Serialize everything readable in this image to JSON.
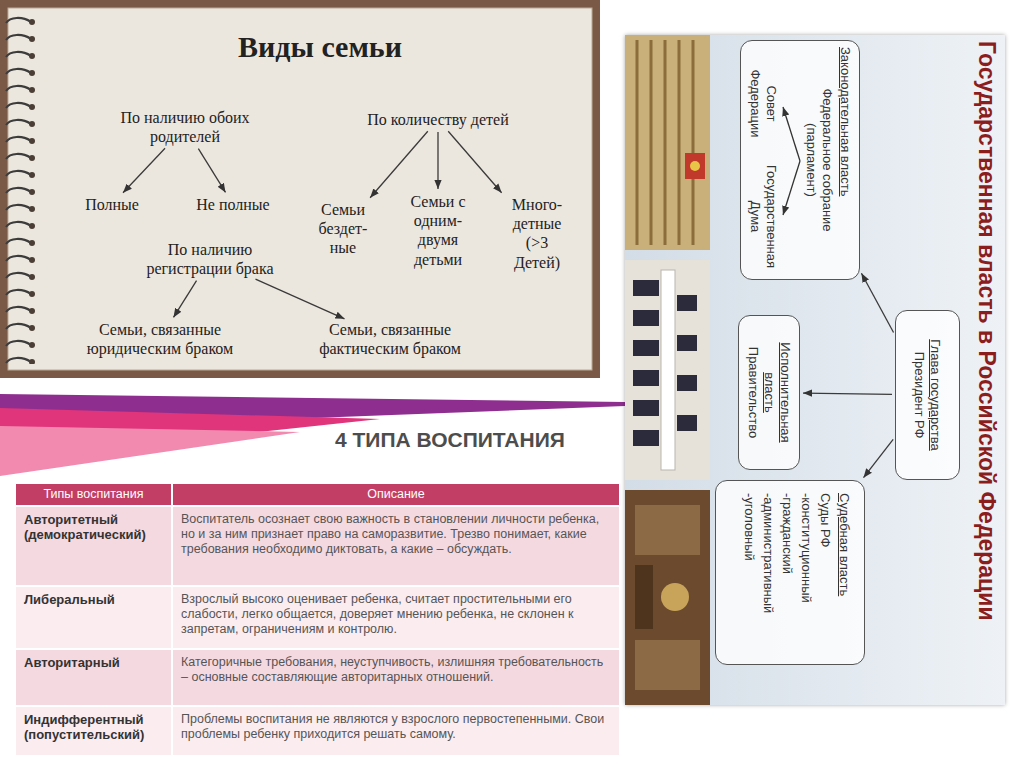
{
  "diagram": {
    "nodes": [
      {
        "text": [
          "Виды семьи"
        ]
      },
      {
        "text": [
          "По наличию обоих родителей"
        ],
        "in": 0
      },
      {
        "text": [
          "По количеству детей"
        ],
        "in": 0
      },
      {
        "text": [
          "Полные"
        ],
        "in": 0
      },
      {
        "text": [
          "Не полные"
        ],
        "in": 0
      },
      {
        "text": [
          "Семьи бездет- ные"
        ],
        "in": 0
      },
      {
        "text": [
          "Семьи с одним- двумя детьми"
        ],
        "in": 0
      },
      {
        "text": [
          "Много- детные (>3 Детей)"
        ],
        "in": 0
      },
      {
        "text": [
          "По наличию регистрации брака"
        ],
        "in": 0
      },
      {
        "text": [
          "Семьи, связанные юридическим браком"
        ],
        "in": 0
      },
      {
        "text": [
          "Семьи, связанные фактическим браком"
        ],
        "in": 0
      },
      {
        "text": [
          "Государственная власть в Российской Федерации"
        ]
      },
      {
        "text": [
          "Глава государства",
          "Президент РФ"
        ],
        "in": 11
      },
      {
        "text": [
          "Законодательная власть",
          "Федеральное собрание (парламент)",
          "Совет Федерации",
          "Государственная Дума"
        ],
        "in": 11
      },
      {
        "text": [
          "Исполнительная власть",
          "Правительство"
        ],
        "in": 11
      },
      {
        "text": [
          "Судебная власть",
          "Суды РФ",
          "-конституционный",
          "-гражданский",
          "-административный",
          "-уголовный"
        ],
        "in": 11
      },
      {
        "text": [
          "4 ТИПА ВОСПИТАНИЯ"
        ]
      },
      {
        "text": [
          "Типы воспитания"
        ],
        "in": 16
      },
      {
        "text": [
          "Описание"
        ],
        "in": 16
      },
      {
        "text": [
          "Авторитетный (демократический)"
        ],
        "in": 16
      },
      {
        "text": [
          "Воспитатель осознает свою важность в становлении личности ребенка, но и за ним признает право на саморазвитие. Трезво понимает, какие требования необходимо диктовать, а какие – обсуждать."
        ],
        "in": 16
      },
      {
        "text": [
          "Либеральный"
        ],
        "in": 16
      },
      {
        "text": [
          "Взрослый высоко оценивает ребенка, считает простительными его слабости, легко общается, доверяет мнению ребенка, не склонен к запретам, ограничениям и контролю."
        ],
        "in": 16
      },
      {
        "text": [
          "Авторитарный"
        ],
        "in": 16
      },
      {
        "text": [
          "Категоричные требования, неуступчивость, излишняя требовательность – основные составляющие авторитарных отношений."
        ],
        "in": 16
      },
      {
        "text": [
          "Индифферентный (попустительский)"
        ],
        "in": 16
      },
      {
        "text": [
          "Проблемы воспитания не являются у взрослого первостепенными. Свои проблемы ребенку приходится решать самому."
        ],
        "in": 16
      }
    ],
    "edges": [
      {
        "from": 1,
        "to": 3,
        "arrow": "to"
      },
      {
        "from": 1,
        "to": 4,
        "arrow": "to"
      },
      {
        "from": 2,
        "to": 5,
        "arrow": "to"
      },
      {
        "from": 2,
        "to": 6,
        "arrow": "to"
      },
      {
        "from": 2,
        "to": 7,
        "arrow": "to"
      },
      {
        "from": 8,
        "to": 9,
        "arrow": "to"
      },
      {
        "from": 8,
        "to": 10,
        "arrow": "to"
      },
      {
        "from": 12,
        "to": 13,
        "arrow": "to"
      },
      {
        "from": 12,
        "to": 14,
        "arrow": "to"
      },
      {
        "from": 12,
        "to": 15,
        "arrow": "to"
      }
    ]
  }
}
